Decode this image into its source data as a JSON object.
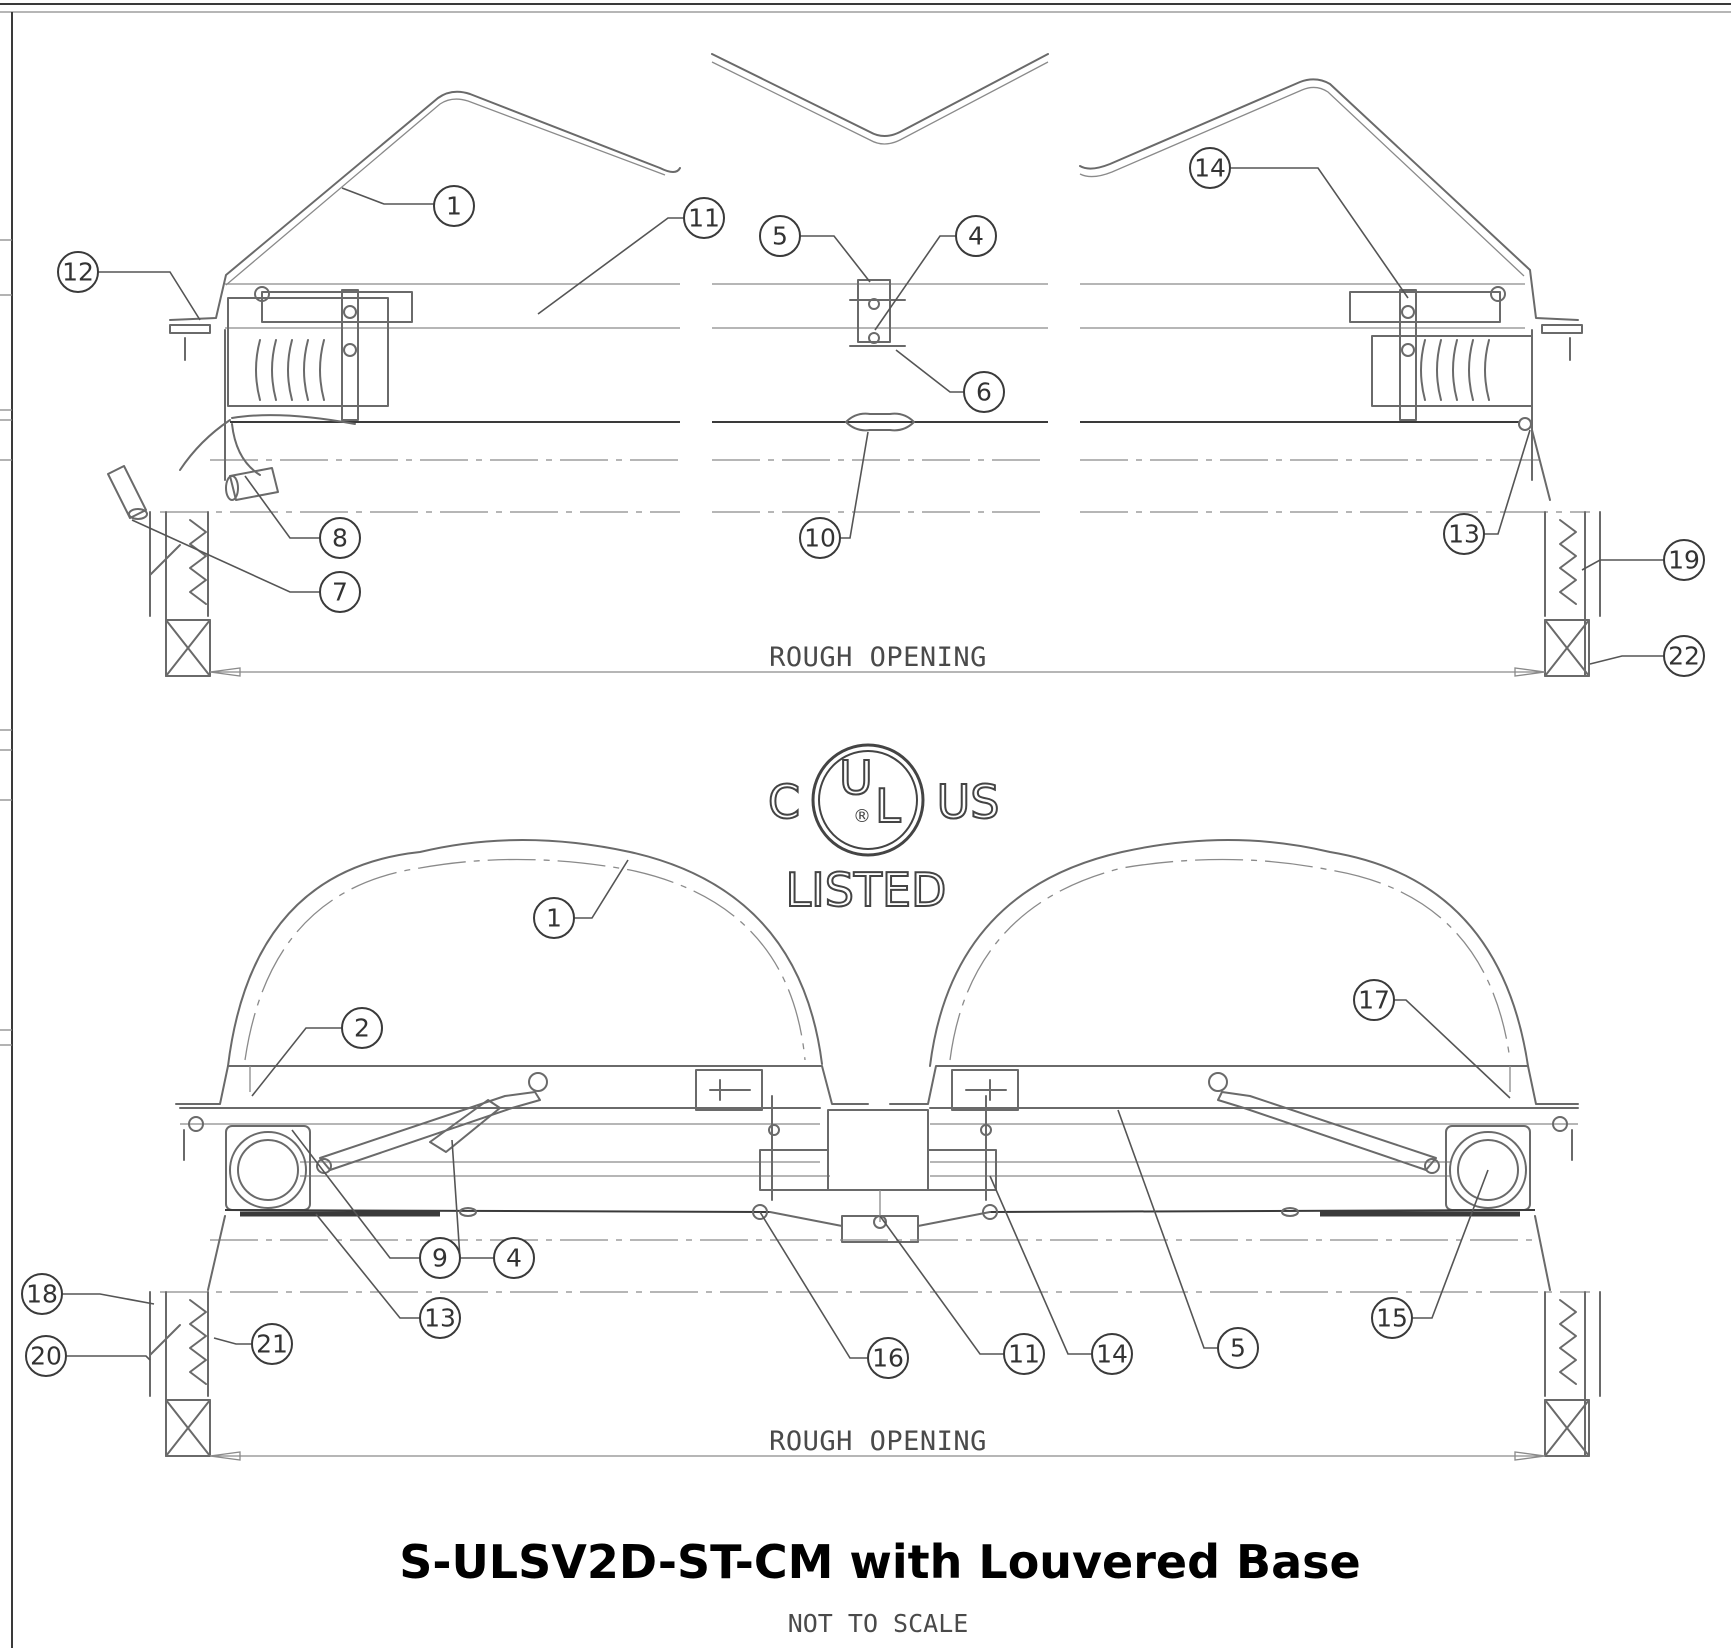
{
  "drawing": {
    "title": "S-ULSV2D-ST-CM with Louvered Base",
    "scale_note": "NOT TO SCALE",
    "dimension_label": "ROUGH OPENING",
    "certification": {
      "left": "C",
      "top": "U",
      "bottom": "L",
      "right": "US",
      "registered": "®",
      "listed": "LISTED"
    }
  },
  "callouts": {
    "top": [
      "1",
      "11",
      "12",
      "5",
      "4",
      "6",
      "10",
      "8",
      "7",
      "14",
      "13",
      "19",
      "22"
    ],
    "bottom": [
      "1",
      "2",
      "9",
      "4",
      "13",
      "18",
      "20",
      "21",
      "16",
      "11",
      "14",
      "5",
      "15",
      "17"
    ]
  },
  "colors": {
    "line": "#6a6a6a",
    "ink": "#000000",
    "paper": "#ffffff"
  }
}
